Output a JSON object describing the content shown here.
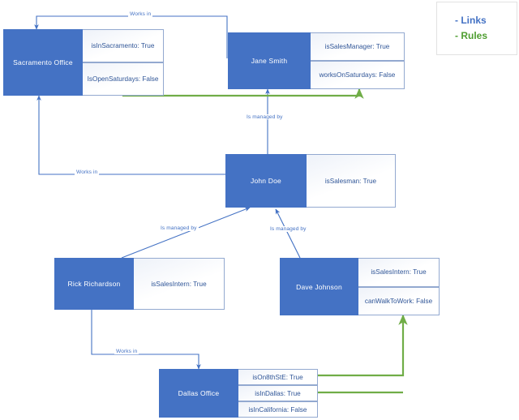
{
  "legend": {
    "links_label": "- Links",
    "rules_label": "- Rules",
    "link_color": "#4472c4",
    "rule_color": "#70ad47"
  },
  "diagram": {
    "type": "entity-relationship-graph",
    "nodes": [
      {
        "id": "sacramento-office",
        "title": "Sacramento Office",
        "properties": [
          "isInSacramento: True",
          "IsOpenSaturdays: False"
        ]
      },
      {
        "id": "jane-smith",
        "title": "Jane Smith",
        "properties": [
          "isSalesManager: True",
          "worksOnSaturdays: False"
        ]
      },
      {
        "id": "john-doe",
        "title": "John Doe",
        "properties": [
          "isSalesman: True"
        ]
      },
      {
        "id": "rick-richardson",
        "title": "Rick Richardson",
        "properties": [
          "isSalesIntern: True"
        ]
      },
      {
        "id": "dave-johnson",
        "title": "Dave Johnson",
        "properties": [
          "isSalesIntern: True",
          "canWalkToWork: False"
        ]
      },
      {
        "id": "dallas-office",
        "title": "Dallas Office",
        "properties": [
          "isOn8thStE: True",
          "isInDallas: True",
          "isInCalifornia: False"
        ]
      }
    ],
    "edges": [
      {
        "id": "e1",
        "from": "jane-smith",
        "to": "sacramento-office",
        "label": "Works in",
        "kind": "link"
      },
      {
        "id": "e2",
        "from": "john-doe",
        "to": "jane-smith",
        "label": "Is managed by",
        "kind": "link"
      },
      {
        "id": "e3",
        "from": "john-doe",
        "to": "sacramento-office",
        "label": "Works in",
        "kind": "link"
      },
      {
        "id": "e4",
        "from": "rick-richardson",
        "to": "john-doe",
        "label": "Is managed by",
        "kind": "link"
      },
      {
        "id": "e5",
        "from": "dave-johnson",
        "to": "john-doe",
        "label": "Is managed by",
        "kind": "link"
      },
      {
        "id": "e6",
        "from": "rick-richardson",
        "to": "dallas-office",
        "label": "Works in",
        "kind": "link"
      },
      {
        "id": "r1",
        "from": "sacramento-office.IsOpenSaturdays",
        "to": "jane-smith.worksOnSaturdays",
        "label": "",
        "kind": "rule"
      },
      {
        "id": "r2",
        "from": "dallas-office.isOn8thStE",
        "to": "dave-johnson.canWalkToWork",
        "label": "",
        "kind": "rule"
      },
      {
        "id": "r3",
        "from": "dallas-office.isInDallas",
        "to": "dave-johnson.canWalkToWork",
        "label": "",
        "kind": "rule"
      }
    ],
    "edge_labels": {
      "works_in": "Works in",
      "is_managed_by": "Is managed by"
    }
  }
}
